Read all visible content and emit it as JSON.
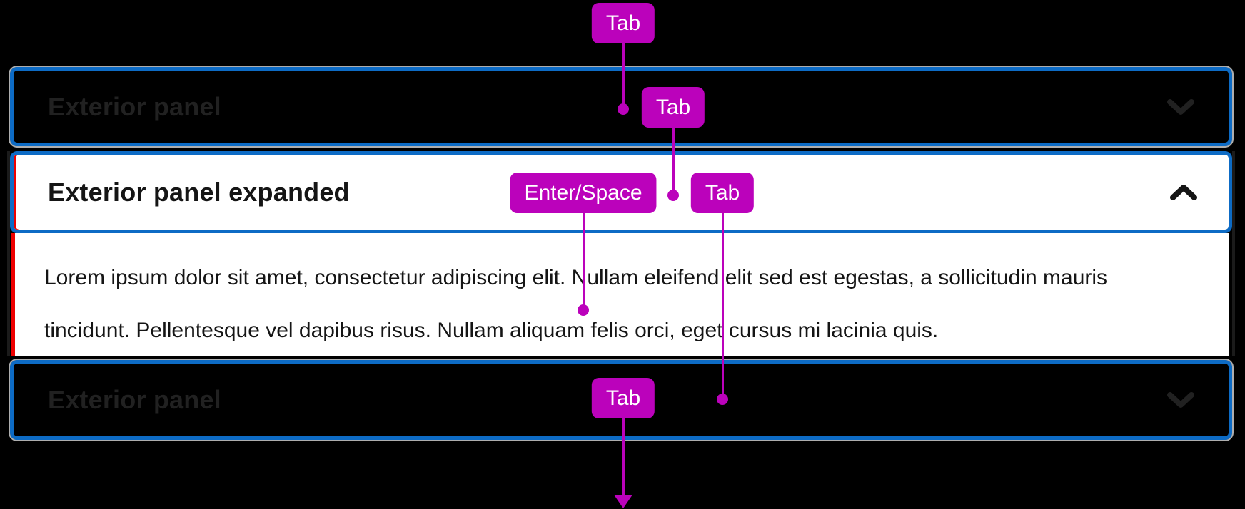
{
  "colors": {
    "background": "#000000",
    "focus_ring_blue": "#0d6bc5",
    "annotation_magenta": "#bb02bb",
    "expanded_accent_red": "#ee0000",
    "collapsed_text": "#212121",
    "expanded_text": "#151515",
    "panel_white": "#ffffff"
  },
  "accordion": {
    "panels": [
      {
        "label": "Exterior panel",
        "state": "collapsed",
        "chevron_icon": "chevron-down-icon"
      },
      {
        "label": "Exterior panel expanded",
        "state": "expanded",
        "chevron_icon": "chevron-up-icon",
        "body": "Lorem ipsum dolor sit amet, consectetur adipiscing elit. Nullam eleifend elit sed est egestas, a sollicitudin mauris tincidunt. Pellentesque vel dapibus risus. Nullam aliquam felis orci, eget cursus mi lacinia quis."
      },
      {
        "label": "Exterior panel",
        "state": "collapsed",
        "chevron_icon": "chevron-down-icon"
      }
    ]
  },
  "annotations": {
    "badges": [
      {
        "label": "Tab",
        "target": "first collapsed panel header"
      },
      {
        "label": "Tab",
        "target": "expanded panel header"
      },
      {
        "label": "Enter/Space",
        "target": "expanded panel body"
      },
      {
        "label": "Tab",
        "target": "second collapsed panel header"
      },
      {
        "label": "Tab",
        "target": "exit below accordion"
      }
    ]
  }
}
